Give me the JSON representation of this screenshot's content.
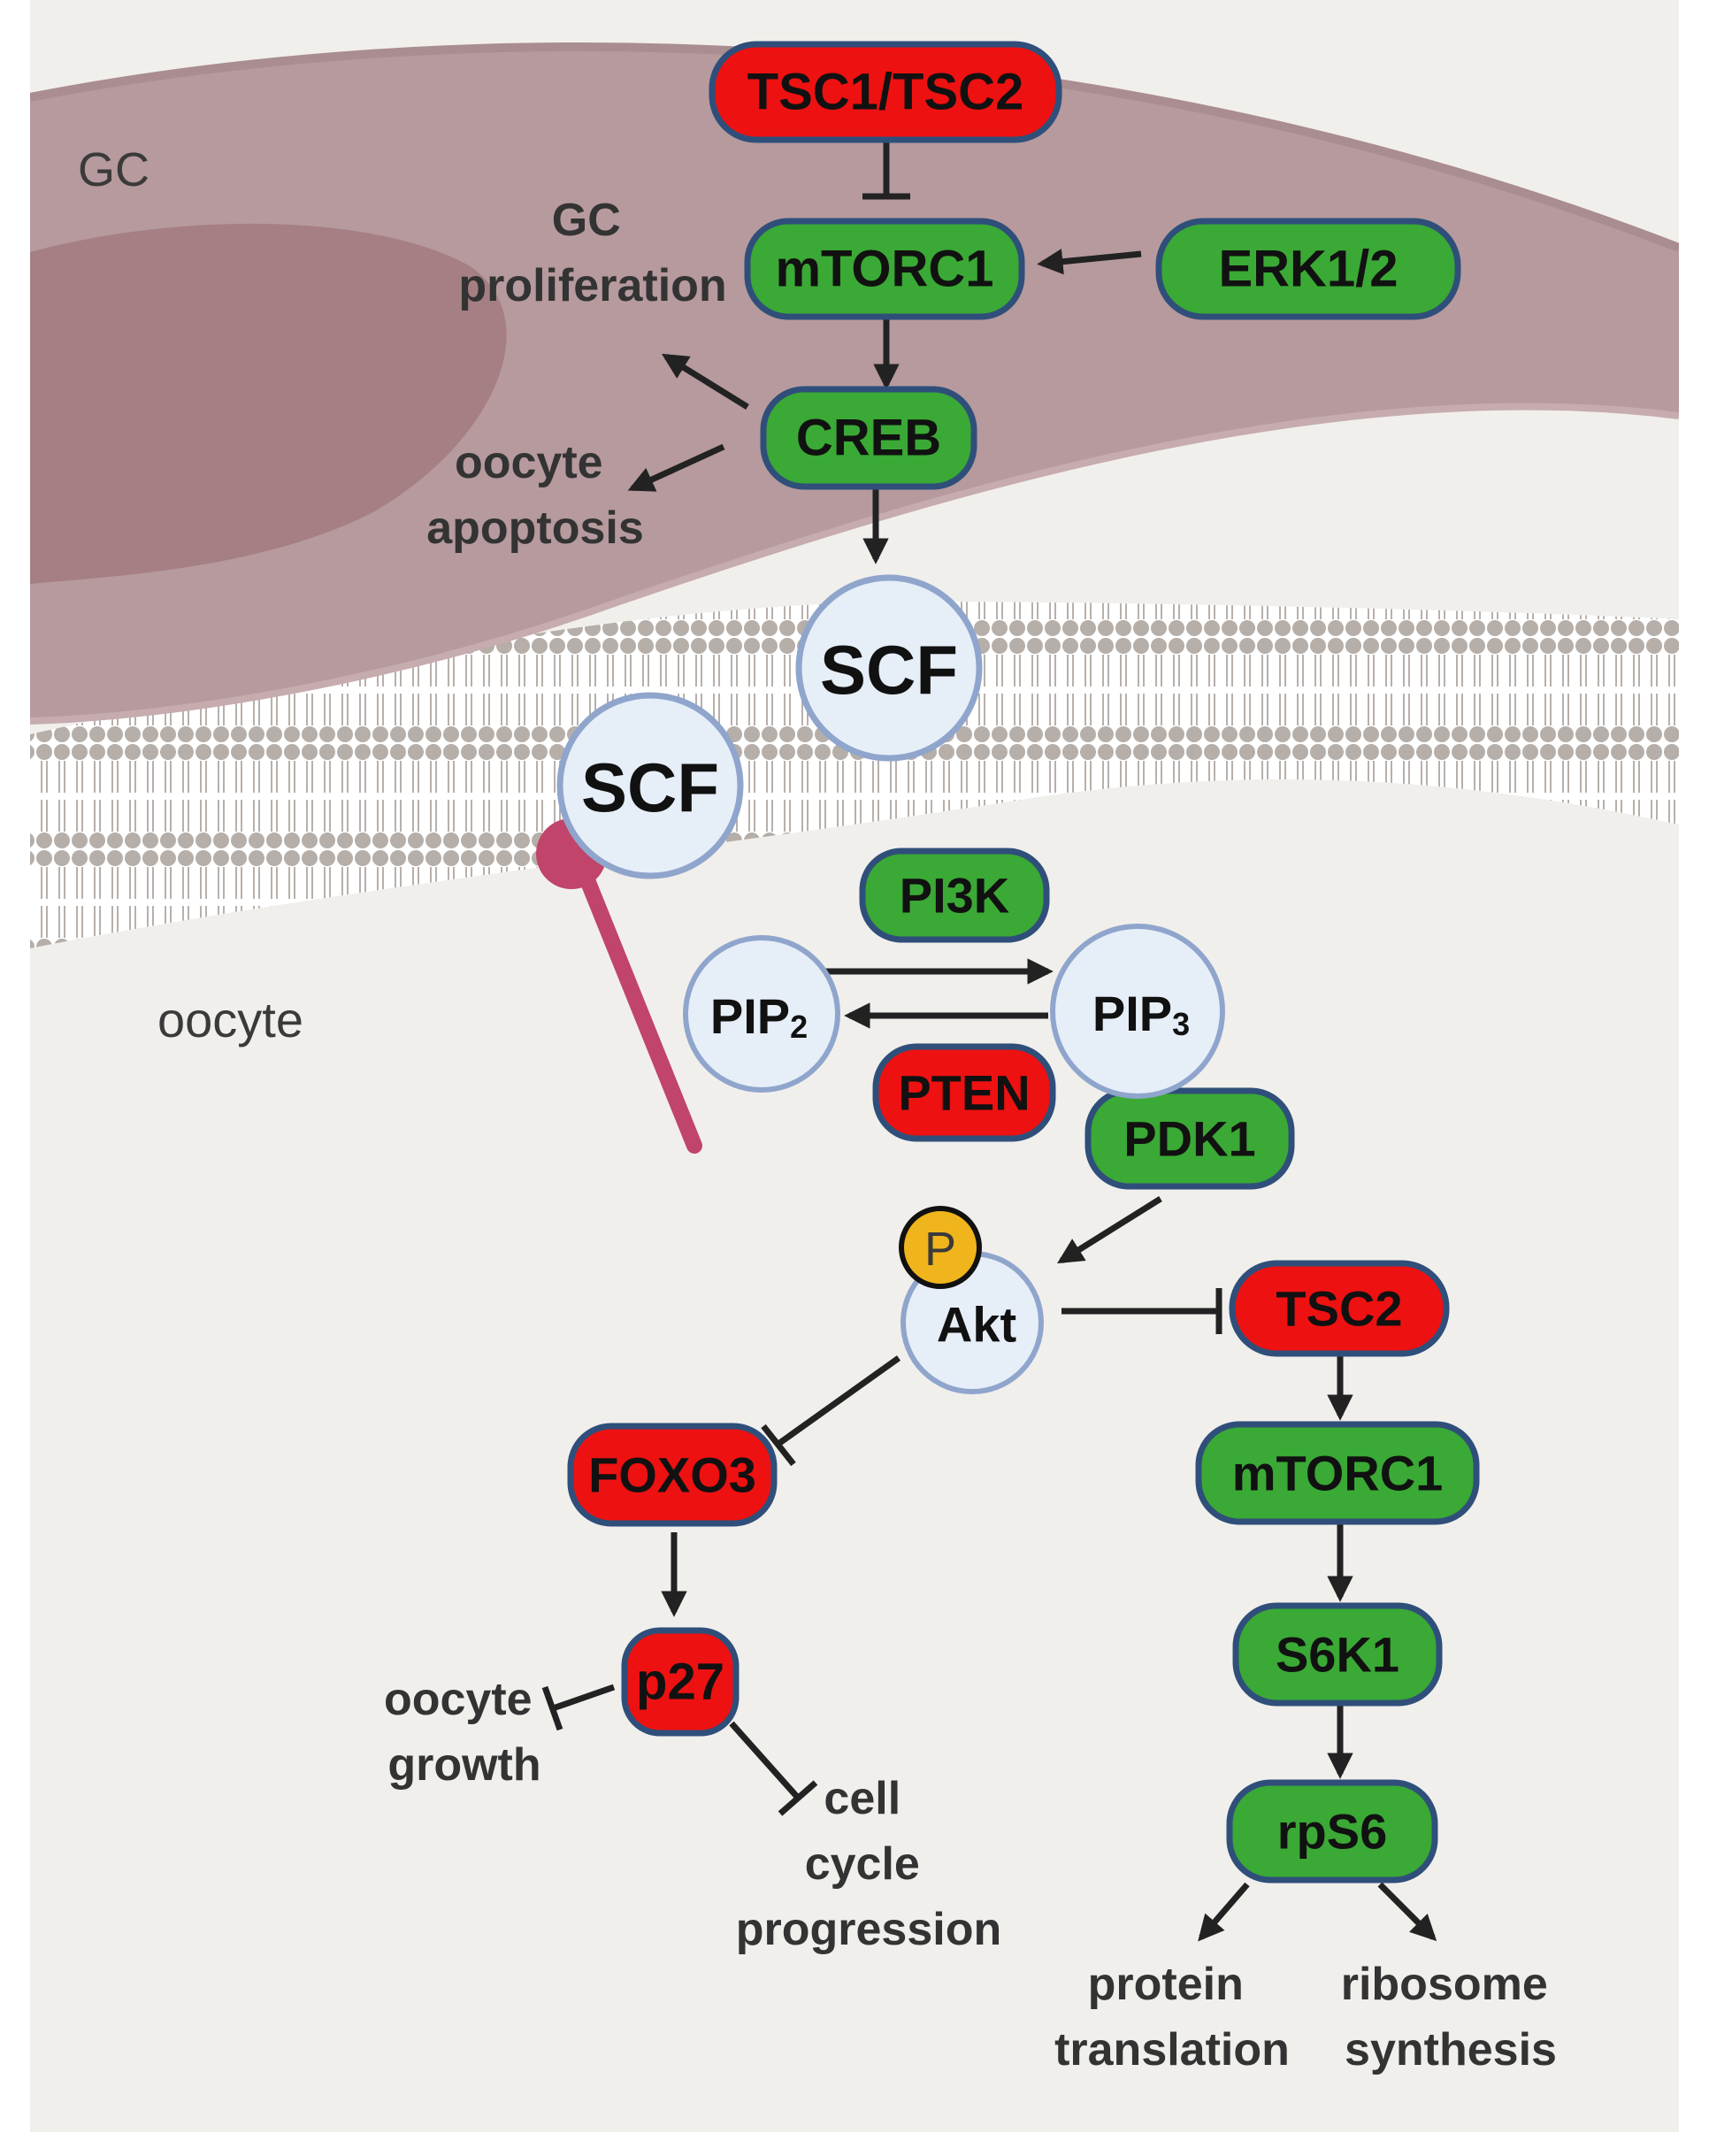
{
  "regions": {
    "gc_label": "GC",
    "oocyte_label": "oocyte"
  },
  "nodes": {
    "tsc1_tsc2": "TSC1/TSC2",
    "mtorc1_gc": "mTORC1",
    "erk": "ERK1/2",
    "creb": "CREB",
    "scf_gc": "SCF",
    "scf_oocyte": "SCF",
    "pi3k": "PI3K",
    "pip2": "PIP",
    "pip2_sub": "2",
    "pip3": "PIP",
    "pip3_sub": "3",
    "pten": "PTEN",
    "pdk1": "PDK1",
    "phospho": "P",
    "akt": "Akt",
    "tsc2": "TSC2",
    "foxo3": "FOXO3",
    "mtorc1_oocyte": "mTORC1",
    "s6k1": "S6K1",
    "p27": "p27",
    "rps6": "rpS6"
  },
  "outcomes": {
    "gc_proliferation": [
      "GC",
      "proliferation"
    ],
    "oocyte_apoptosis": [
      "oocyte",
      "apoptosis"
    ],
    "oocyte_growth": [
      "oocyte",
      "growth"
    ],
    "cell_cycle": [
      "cell",
      "cycle",
      "progression"
    ],
    "protein_translation": [
      "protein",
      "translation"
    ],
    "ribosome_synthesis": [
      "ribosome",
      "synthesis"
    ]
  },
  "colors": {
    "activator": "#3aa935",
    "inhibitor": "#ee1111",
    "node_border": "#2f4f7a",
    "gc_cell": "#b69a9d",
    "gc_nucleus": "#a57f83",
    "oocyte_cytoplasm": "#f1efec",
    "membrane_head": "#b2aaa3",
    "small_molecule_fill": "#e6eef8",
    "small_molecule_border": "#8fa5cc",
    "phospho_fill": "#f0b51c",
    "receptor": "#c1446a",
    "arrow": "#222222"
  }
}
